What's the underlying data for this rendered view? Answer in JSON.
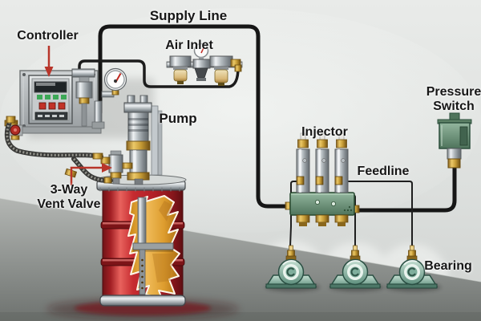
{
  "labels": {
    "supply_line": "Supply Line",
    "controller": "Controller",
    "air_inlet": "Air Inlet",
    "pump": "Pump",
    "pressure_switch": {
      "line1": "Pressure",
      "line2": "Switch"
    },
    "injector": "Injector",
    "feedline": "Feedline",
    "vent_valve": {
      "line1": "3-Way",
      "line2": "Vent Valve"
    },
    "bearing": "Bearing"
  },
  "colors": {
    "label_text": "#161616",
    "arrow_red": "#b8352a",
    "pipe_black": "#161616",
    "drum_red": "#c1272d",
    "grease_amber": "#e0a239",
    "equipment_green": "#6f9a7d",
    "bearing_teal": "#8fbcab",
    "brass": "#c49a35",
    "chrome": "#c2c8cc",
    "wall_gray": "#dcdfdd",
    "floor_gray": "#8d918e"
  }
}
